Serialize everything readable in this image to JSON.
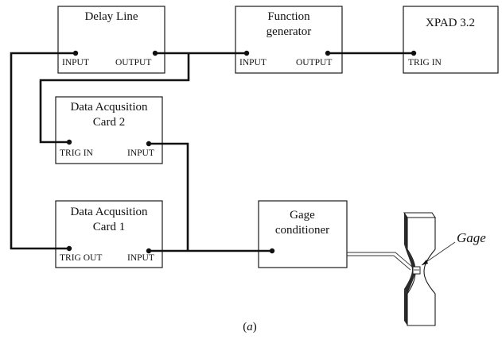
{
  "boxes": {
    "delay_line": {
      "title": "Delay Line",
      "port_input": "INPUT",
      "port_output": "OUTPUT"
    },
    "function_generator": {
      "title_line1": "Function",
      "title_line2": "generator",
      "port_input": "INPUT",
      "port_output": "OUTPUT"
    },
    "xpad": {
      "title": "XPAD 3.2",
      "port_trig_in": "TRIG IN"
    },
    "daq2": {
      "title_line1": "Data Acqusition",
      "title_line2": "Card 2",
      "port_trig_in": "TRIG IN",
      "port_input": "INPUT"
    },
    "daq1": {
      "title_line1": "Data Acqusition",
      "title_line2": "Card 1",
      "port_trig_out": "TRIG OUT",
      "port_input": "INPUT"
    },
    "gage_conditioner": {
      "title_line1": "Gage",
      "title_line2": "conditioner"
    }
  },
  "gage_label": "Gage",
  "caption": {
    "open": "(",
    "letter": "a",
    "close": ")"
  }
}
